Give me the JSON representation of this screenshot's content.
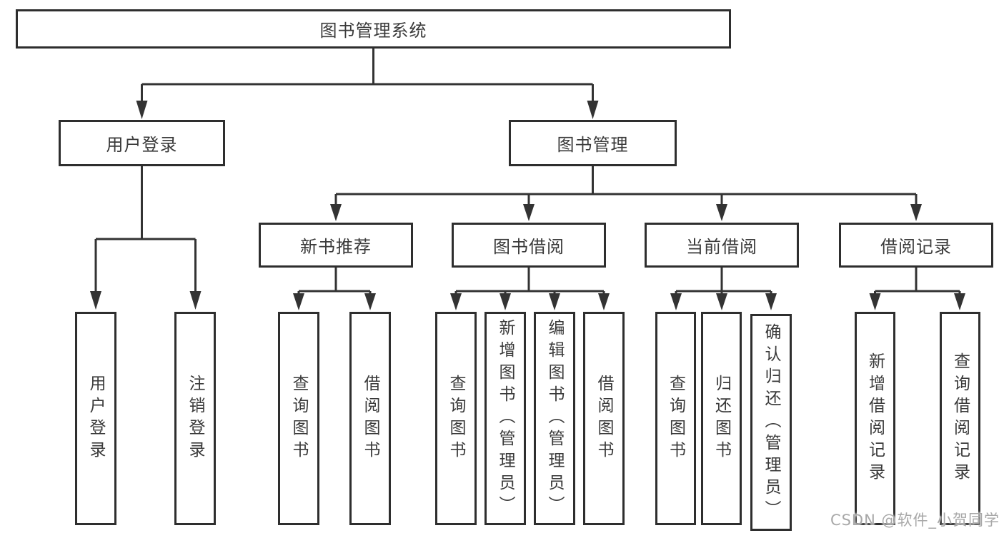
{
  "diagram": {
    "type": "hierarchy-diagram",
    "tree": {
      "label": "图书管理系统",
      "children": [
        {
          "label": "用户登录",
          "children": [
            {
              "label": "用户登录"
            },
            {
              "label": "注销登录"
            }
          ]
        },
        {
          "label": "图书管理",
          "children": [
            {
              "label": "新书推荐",
              "children": [
                {
                  "label": "查询图书"
                },
                {
                  "label": "借阅图书"
                }
              ]
            },
            {
              "label": "图书借阅",
              "children": [
                {
                  "label": "查询图书"
                },
                {
                  "label": "新增图书（管理员）"
                },
                {
                  "label": "编辑图书（管理员）"
                },
                {
                  "label": "借阅图书"
                }
              ]
            },
            {
              "label": "当前借阅",
              "children": [
                {
                  "label": "查询图书"
                },
                {
                  "label": "归还图书"
                },
                {
                  "label": "确认归还（管理员）"
                }
              ]
            },
            {
              "label": "借阅记录",
              "children": [
                {
                  "label": "新增借阅记录"
                },
                {
                  "label": "查询借阅记录"
                }
              ]
            }
          ]
        }
      ]
    },
    "colors": {
      "line": "#333333",
      "box_border": "#2e2e2e",
      "box_fill": "#ffffff",
      "text": "#3a3a3a",
      "watermark": "#a8a8a8"
    }
  },
  "watermark": {
    "text": "CSDN @软件_小贺同学"
  }
}
